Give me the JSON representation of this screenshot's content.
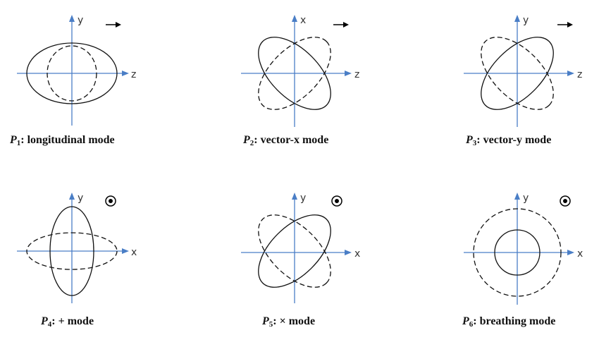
{
  "panels": [
    {
      "id": "p1",
      "symbol": "P",
      "subscript": "1",
      "text": ": longitudinal mode",
      "vertical_axis": "y",
      "horizontal_axis": "z",
      "direction": "arrow-right"
    },
    {
      "id": "p2",
      "symbol": "P",
      "subscript": "2",
      "text": ": vector-x mode",
      "vertical_axis": "x",
      "horizontal_axis": "z",
      "direction": "arrow-right"
    },
    {
      "id": "p3",
      "symbol": "P",
      "subscript": "3",
      "text": ": vector-y mode",
      "vertical_axis": "y",
      "horizontal_axis": "z",
      "direction": "arrow-right"
    },
    {
      "id": "p4",
      "symbol": "P",
      "subscript": "4",
      "text": ": + mode",
      "vertical_axis": "y",
      "horizontal_axis": "x",
      "direction": "out-of-page"
    },
    {
      "id": "p5",
      "symbol": "P",
      "subscript": "5",
      "text": ": × mode",
      "vertical_axis": "y",
      "horizontal_axis": "x",
      "direction": "out-of-page"
    },
    {
      "id": "p6",
      "symbol": "P",
      "subscript": "6",
      "text": ": breathing mode",
      "vertical_axis": "y",
      "horizontal_axis": "x",
      "direction": "out-of-page"
    }
  ],
  "colors": {
    "axis": "#4a7ec6",
    "ring": "#111111"
  }
}
